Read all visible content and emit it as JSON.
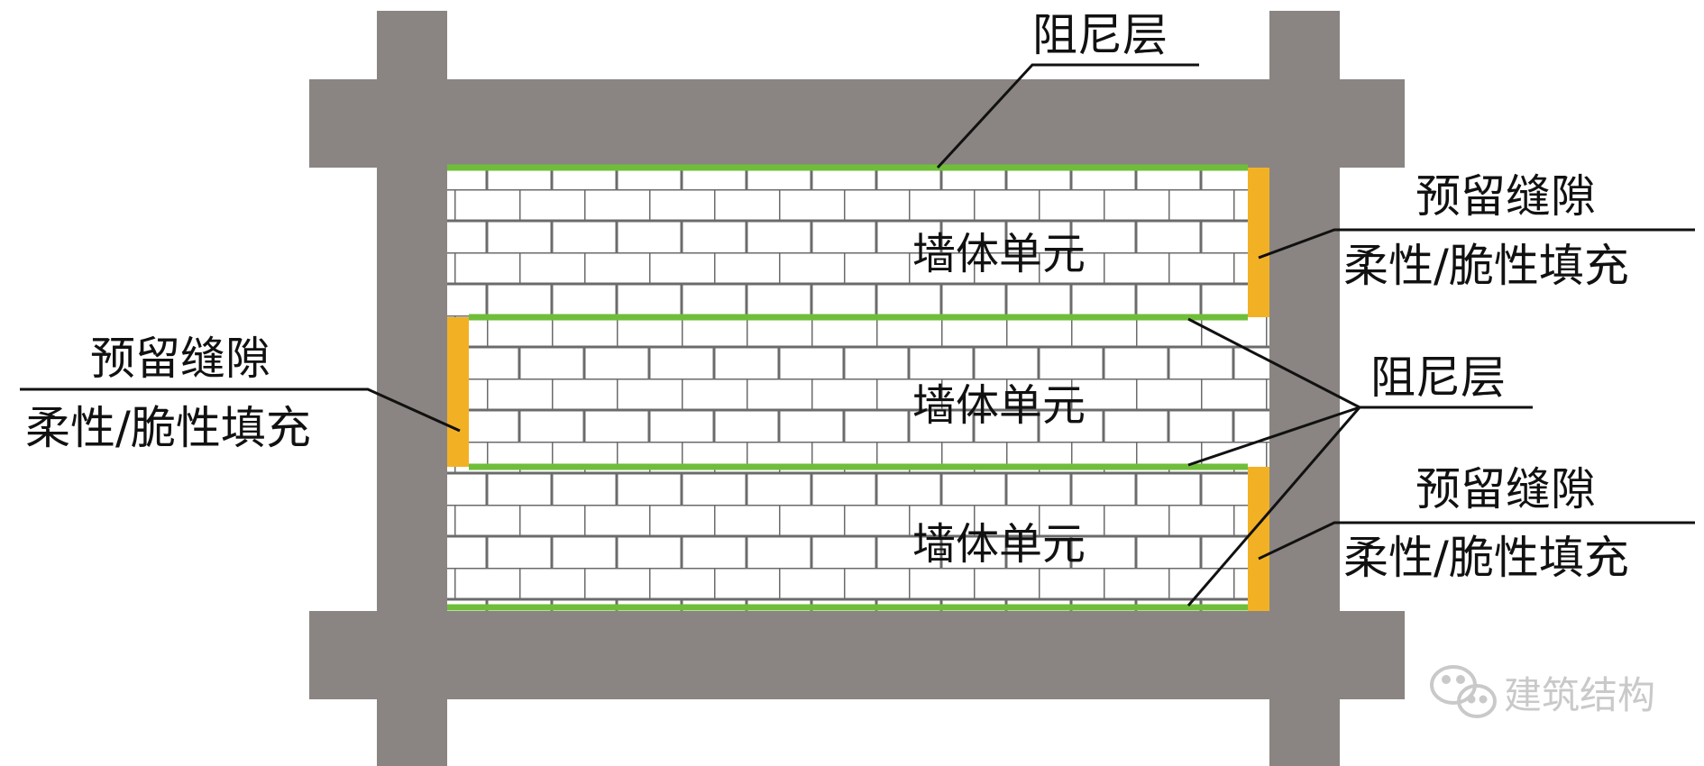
{
  "labels": {
    "damping_layer_top": "阻尼层",
    "damping_layer_right": "阻尼层",
    "gap_top_right_title": "预留缝隙",
    "gap_top_right_sub": "柔性/脆性填充",
    "gap_left_title": "预留缝隙",
    "gap_left_sub": "柔性/脆性填充",
    "gap_bottom_right_title": "预留缝隙",
    "gap_bottom_right_sub": "柔性/脆性填充",
    "wall_unit_top": "墙体单元",
    "wall_unit_middle": "墙体单元",
    "wall_unit_bottom": "墙体单元"
  },
  "watermark": {
    "text": "建筑结构",
    "icon": "wechat-icon"
  },
  "colors": {
    "frame": "#8a8582",
    "brick_fill": "#ffffff",
    "mortar": "#6b6b6b",
    "damping_layer": "#6fbe3a",
    "gap_filler": "#f2b125",
    "text": "#111111",
    "leader_line": "#111111",
    "watermark": "#c9c9c9"
  }
}
